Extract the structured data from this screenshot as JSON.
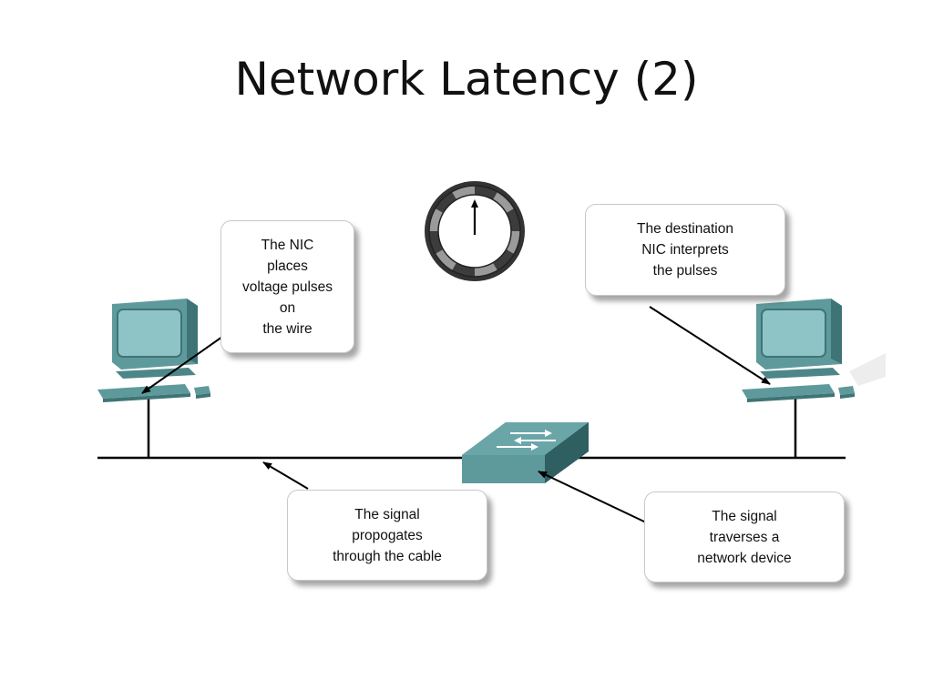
{
  "title": "Network Latency (2)",
  "callouts": {
    "nic_places": [
      "The NIC",
      "places",
      "voltage pulses",
      "on",
      "the wire"
    ],
    "destination": [
      "The destination",
      "NIC interprets",
      "the pulses"
    ],
    "propagates": [
      "The signal",
      "propogates",
      "through the cable"
    ],
    "traverses": [
      "The signal",
      "traverses a",
      "network device"
    ]
  },
  "colors": {
    "device_teal": "#5e9a9c",
    "device_dark": "#3f7476",
    "screen": "#8ec4c6",
    "cable": "#000000"
  },
  "icons": [
    "clock-icon",
    "computer-icon",
    "switch-icon"
  ]
}
